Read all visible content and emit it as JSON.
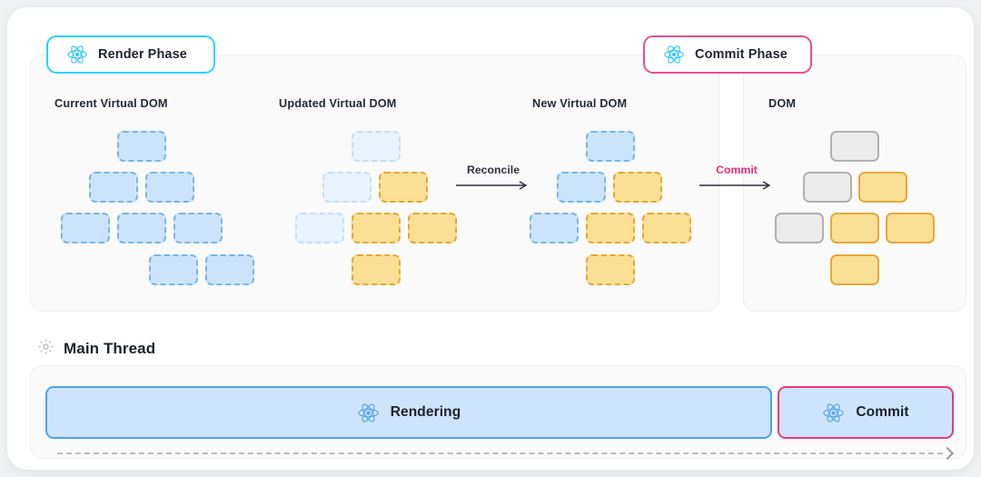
{
  "theme": {
    "page_bg": "#f0f1f3",
    "card_bg": "#ffffff",
    "panel_bg": "#fafafa",
    "render_accent": "#2ad2ff",
    "commit_accent": "#ec4e8c",
    "commit_text": "#ec2d7a",
    "node_blue_fill": "#cbe4fb",
    "node_blue_border": "#79b6e9",
    "node_blue_faded_fill": "#e9f3fe",
    "node_blue_faded_border": "#c6dff6",
    "node_yellow_fill": "#fbdf95",
    "node_yellow_border": "#e5a93a",
    "node_gray_fill": "#ebebeb",
    "node_gray_border": "#b1b1b1",
    "bar_fill": "#cee4fd",
    "bar_render_border": "#4ba3ef",
    "bar_commit_border": "#e83a7e"
  },
  "badges": [
    {
      "id": "render",
      "label": "Render Phase",
      "icon": "react-atom-icon"
    },
    {
      "id": "commit",
      "label": "Commit Phase",
      "icon": "react-atom-icon"
    }
  ],
  "columns": [
    {
      "id": "current-virtual-dom",
      "title": "Current Virtual DOM"
    },
    {
      "id": "updated-virtual-dom",
      "title": "Updated Virtual DOM"
    },
    {
      "id": "new-virtual-dom",
      "title": "New Virtual DOM"
    },
    {
      "id": "dom",
      "title": "DOM"
    }
  ],
  "trees": {
    "current": [
      [
        {
          "state": "blue"
        }
      ],
      [
        {
          "state": "blue"
        },
        {
          "state": "blue"
        }
      ],
      [
        {
          "state": "blue"
        },
        {
          "state": "blue"
        },
        {
          "state": "blue"
        }
      ],
      [
        {
          "state": "blue"
        },
        {
          "state": "blue"
        }
      ]
    ],
    "updated": [
      [
        {
          "state": "blue-faded"
        }
      ],
      [
        {
          "state": "blue-faded"
        },
        {
          "state": "yellow"
        }
      ],
      [
        {
          "state": "blue-faded"
        },
        {
          "state": "yellow"
        },
        {
          "state": "yellow"
        }
      ],
      [
        {
          "state": "yellow"
        }
      ]
    ],
    "new": [
      [
        {
          "state": "blue"
        }
      ],
      [
        {
          "state": "blue"
        },
        {
          "state": "yellow"
        }
      ],
      [
        {
          "state": "blue"
        },
        {
          "state": "yellow"
        },
        {
          "state": "yellow"
        }
      ],
      [
        {
          "state": "yellow"
        }
      ]
    ],
    "dom": [
      [
        {
          "state": "gray-solid"
        }
      ],
      [
        {
          "state": "gray-solid"
        },
        {
          "state": "yellow-solid"
        }
      ],
      [
        {
          "state": "gray-solid"
        },
        {
          "state": "yellow-solid"
        },
        {
          "state": "yellow-solid"
        }
      ],
      [
        {
          "state": "yellow-solid"
        }
      ]
    ]
  },
  "arrows": [
    {
      "id": "reconcile",
      "label": "Reconcile",
      "color": "#2d3340"
    },
    {
      "id": "commit",
      "label": "Commit",
      "color": "#ec2d7a"
    }
  ],
  "main_thread": {
    "icon": "gear-icon",
    "title": "Main Thread",
    "bars": [
      {
        "id": "rendering",
        "label": "Rendering",
        "icon": "react-atom-icon"
      },
      {
        "id": "commit",
        "label": "Commit",
        "icon": "react-atom-icon"
      }
    ]
  },
  "timeline": {
    "icon": "arrow-right-icon"
  }
}
